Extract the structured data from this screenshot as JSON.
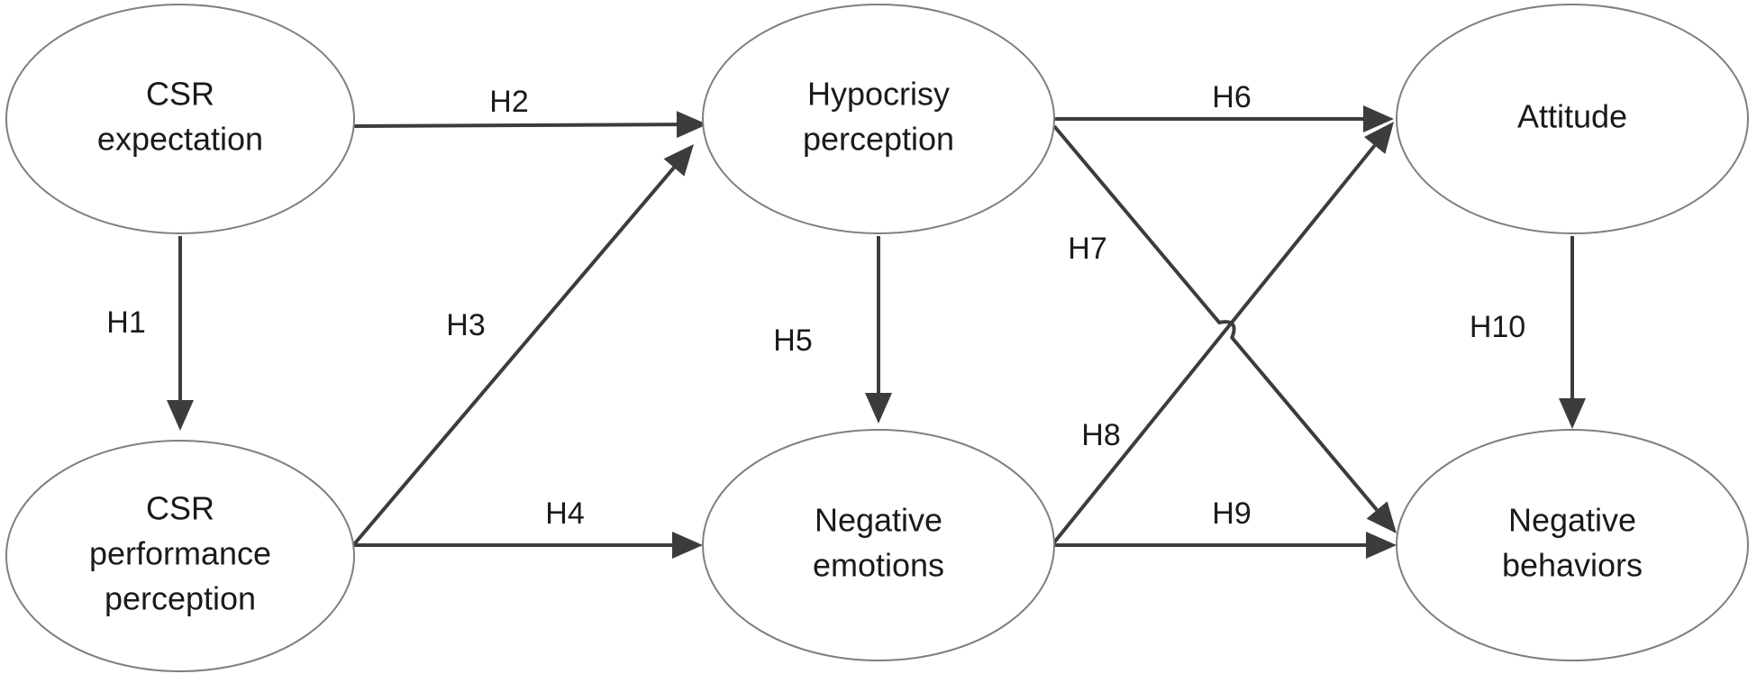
{
  "nodes": [
    {
      "id": "csr-expectation",
      "lines": [
        "CSR",
        "expectation"
      ]
    },
    {
      "id": "csr-performance-perception",
      "lines": [
        "CSR",
        "performance",
        "perception"
      ]
    },
    {
      "id": "hypocrisy-perception",
      "lines": [
        "Hypocrisy",
        "perception"
      ]
    },
    {
      "id": "negative-emotions",
      "lines": [
        "Negative",
        "emotions"
      ]
    },
    {
      "id": "attitude",
      "lines": [
        "Attitude"
      ]
    },
    {
      "id": "negative-behaviors",
      "lines": [
        "Negative",
        "behaviors"
      ]
    }
  ],
  "edges": [
    {
      "id": "h1",
      "label": "H1",
      "from": "csr-expectation",
      "to": "csr-performance-perception"
    },
    {
      "id": "h2",
      "label": "H2",
      "from": "csr-expectation",
      "to": "hypocrisy-perception"
    },
    {
      "id": "h3",
      "label": "H3",
      "from": "csr-performance-perception",
      "to": "hypocrisy-perception"
    },
    {
      "id": "h4",
      "label": "H4",
      "from": "csr-performance-perception",
      "to": "negative-emotions"
    },
    {
      "id": "h5",
      "label": "H5",
      "from": "hypocrisy-perception",
      "to": "negative-emotions"
    },
    {
      "id": "h6",
      "label": "H6",
      "from": "hypocrisy-perception",
      "to": "attitude"
    },
    {
      "id": "h7",
      "label": "H7",
      "from": "hypocrisy-perception",
      "to": "negative-behaviors"
    },
    {
      "id": "h8",
      "label": "H8",
      "from": "negative-emotions",
      "to": "attitude"
    },
    {
      "id": "h9",
      "label": "H9",
      "from": "negative-emotions",
      "to": "negative-behaviors"
    },
    {
      "id": "h10",
      "label": "H10",
      "from": "attitude",
      "to": "negative-behaviors"
    }
  ]
}
